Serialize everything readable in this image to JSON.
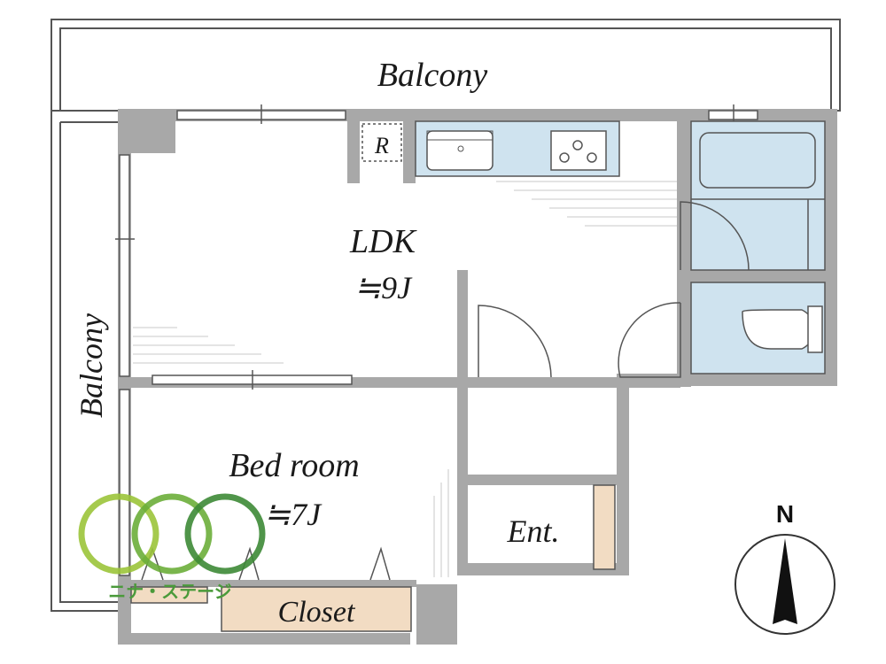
{
  "rooms": {
    "balcony_top": "Balcony",
    "balcony_left": "Balcony",
    "ldk": "LDK",
    "ldk_area": "≒9J",
    "bedroom": "Bed room",
    "bedroom_area": "≒7J",
    "entrance": "Ent.",
    "closet": "Closet",
    "refrigerator": "R"
  },
  "compass": {
    "label": "N"
  },
  "logo": {
    "text": "ニナ・ステージ"
  },
  "colors": {
    "wall": "#a8a8a8",
    "wet_area": "#cfe3ef",
    "closet_fill": "#f2dcc3",
    "logo_green_light": "#9bc43a",
    "logo_green_mid": "#6cae3a",
    "logo_green_dark": "#3d8a36"
  }
}
